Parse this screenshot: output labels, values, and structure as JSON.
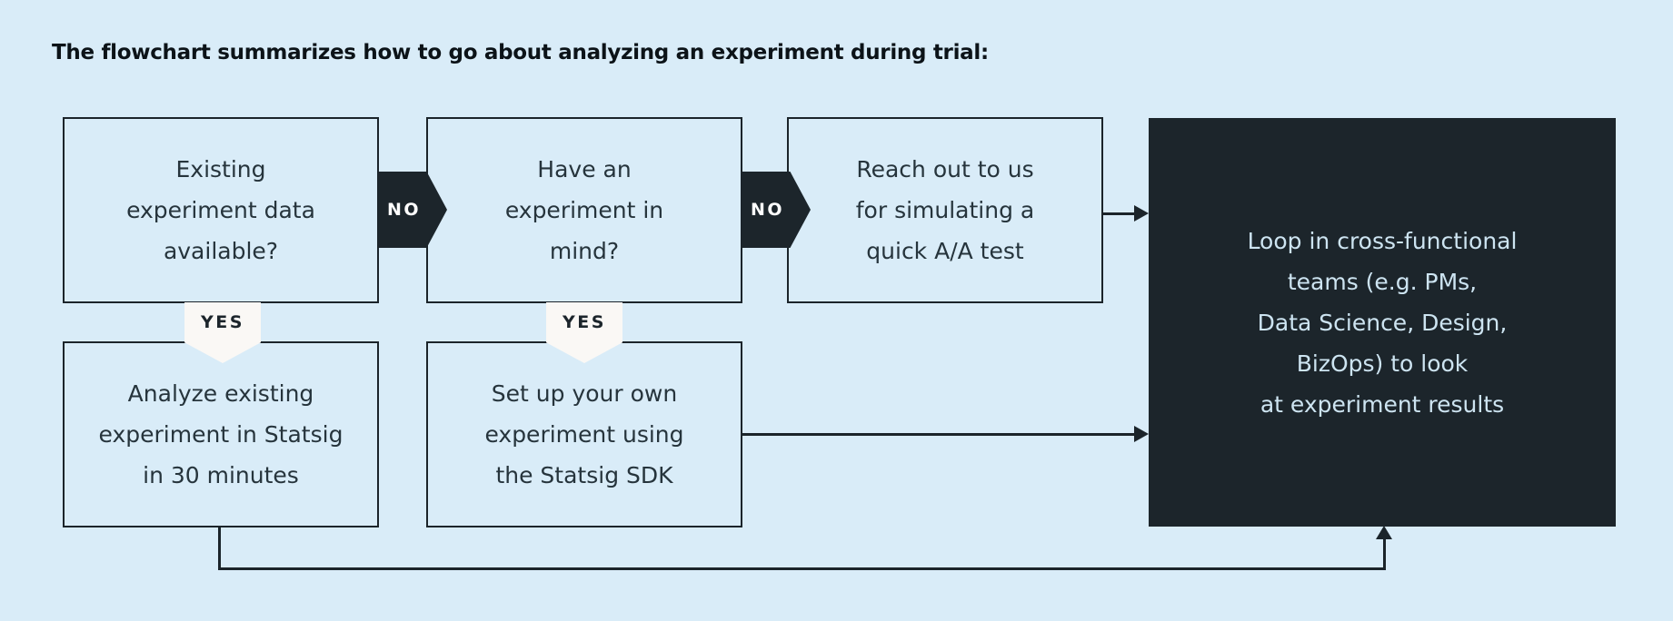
{
  "title": "The flowchart summarizes how to go about analyzing an experiment during trial:",
  "labels": {
    "no": "NO",
    "yes": "YES"
  },
  "nodes": {
    "existing_data": {
      "lines": [
        "Existing",
        "experiment data",
        "available?"
      ]
    },
    "have_experiment": {
      "lines": [
        "Have an",
        "experiment in",
        "mind?"
      ]
    },
    "reach_out": {
      "lines": [
        "Reach out to us",
        "for simulating a",
        "quick A/A test"
      ]
    },
    "analyze_existing": {
      "lines": [
        "Analyze existing",
        "experiment in Statsig",
        "in 30 minutes"
      ]
    },
    "setup_sdk": {
      "lines": [
        "Set up your own",
        "experiment using",
        "the Statsig SDK"
      ]
    },
    "loop_in_teams": {
      "lines": [
        "Loop in cross-functional",
        "teams (e.g. PMs,",
        "Data Science, Design,",
        "BizOps) to look",
        "at experiment results"
      ]
    }
  },
  "icons": {
    "arrowhead_right": "▶",
    "arrowhead_up": "▲"
  },
  "colors": {
    "background": "#d9ecf8",
    "dark": "#1c252b",
    "box_border": "#1b242a",
    "box_text": "#26343c",
    "dark_box_text": "#cde4f1",
    "yes_tag_bg": "#faf8f5",
    "yes_tag_text": "#1c252b",
    "no_tag_text": "#ffffff",
    "title_text": "#0c1318"
  }
}
